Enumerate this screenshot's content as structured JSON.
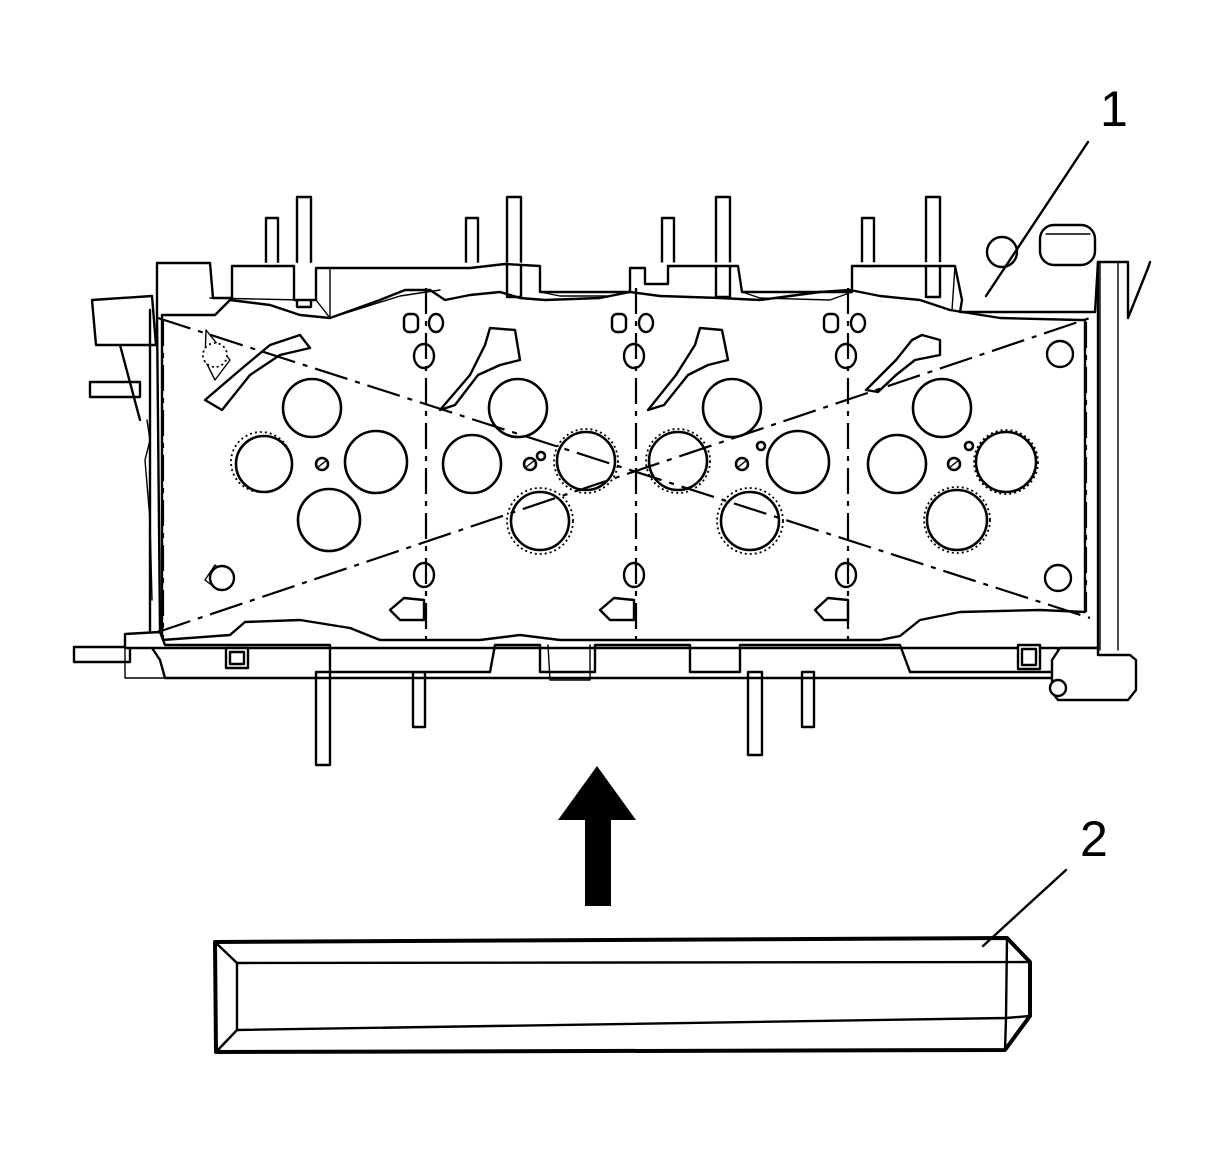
{
  "figure": {
    "callouts": [
      {
        "id": "1",
        "label": "1",
        "part": "cylinder-head"
      },
      {
        "id": "2",
        "label": "2",
        "part": "straight-edge"
      }
    ],
    "arrow_direction": "up",
    "colors": {
      "line": "#000000",
      "background": "#ffffff"
    }
  }
}
